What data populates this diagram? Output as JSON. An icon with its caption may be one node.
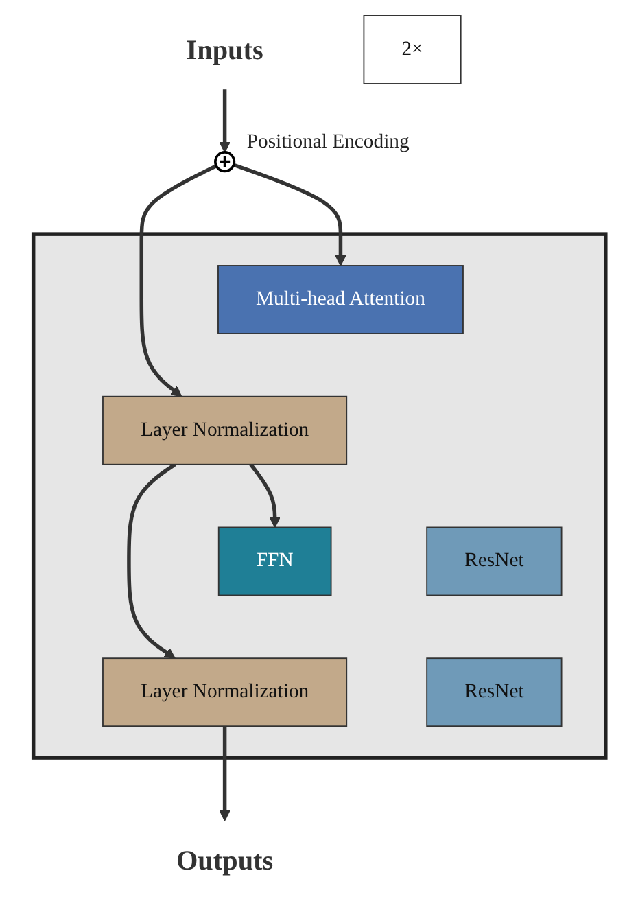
{
  "diagram": {
    "nodes": [
      {
        "text": [
          "Inputs"
        ]
      },
      {
        "text": [],
        "shape": "circle",
        "beside": [
          "Positional Encoding"
        ]
      },
      {
        "text": [],
        "shape": "box"
      },
      {
        "text": [
          "Multi-head Attention"
        ],
        "in": 2
      },
      {
        "text": [
          "Layer Normalization"
        ],
        "in": 2
      },
      {
        "text": [
          "FFN"
        ],
        "in": 2
      },
      {
        "text": [
          "Layer Normalization"
        ],
        "in": 2
      },
      {
        "text": [
          "ResNet"
        ],
        "in": 2
      },
      {
        "text": [
          "ResNet"
        ],
        "in": 2
      },
      {
        "text": [
          "2×"
        ]
      },
      {
        "text": [
          "Outputs"
        ]
      }
    ],
    "edges": [
      {
        "from": 0,
        "to": 1,
        "arrow": "to"
      },
      {
        "from": 1,
        "to": 3,
        "arrow": "to"
      },
      {
        "from": 1,
        "to": 4,
        "arrow": "to"
      },
      {
        "from": 4,
        "to": 5,
        "arrow": "to"
      },
      {
        "from": 4,
        "to": 6,
        "arrow": "to"
      },
      {
        "from": 6,
        "to": 10,
        "arrow": "to"
      }
    ]
  }
}
